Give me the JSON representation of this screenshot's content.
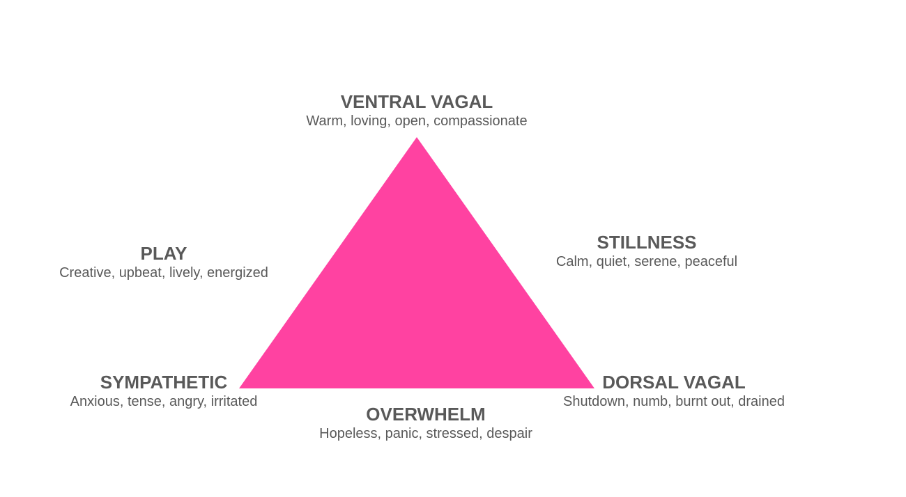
{
  "triangle": {
    "color": "#FF42A1"
  },
  "states": {
    "ventral": {
      "title": "VENTRAL VAGAL",
      "desc": "Warm, loving, open, compassionate"
    },
    "play": {
      "title": "PLAY",
      "desc": "Creative, upbeat, lively, energized"
    },
    "stillness": {
      "title": "STILLNESS",
      "desc": "Calm, quiet, serene, peaceful"
    },
    "sympathetic": {
      "title": "SYMPATHETIC",
      "desc": "Anxious, tense, angry, irritated"
    },
    "dorsal": {
      "title": "DORSAL VAGAL",
      "desc": "Shutdown, numb, burnt out, drained"
    },
    "overwhelm": {
      "title": "OVERWHELM",
      "desc": "Hopeless, panic, stressed, despair"
    }
  }
}
